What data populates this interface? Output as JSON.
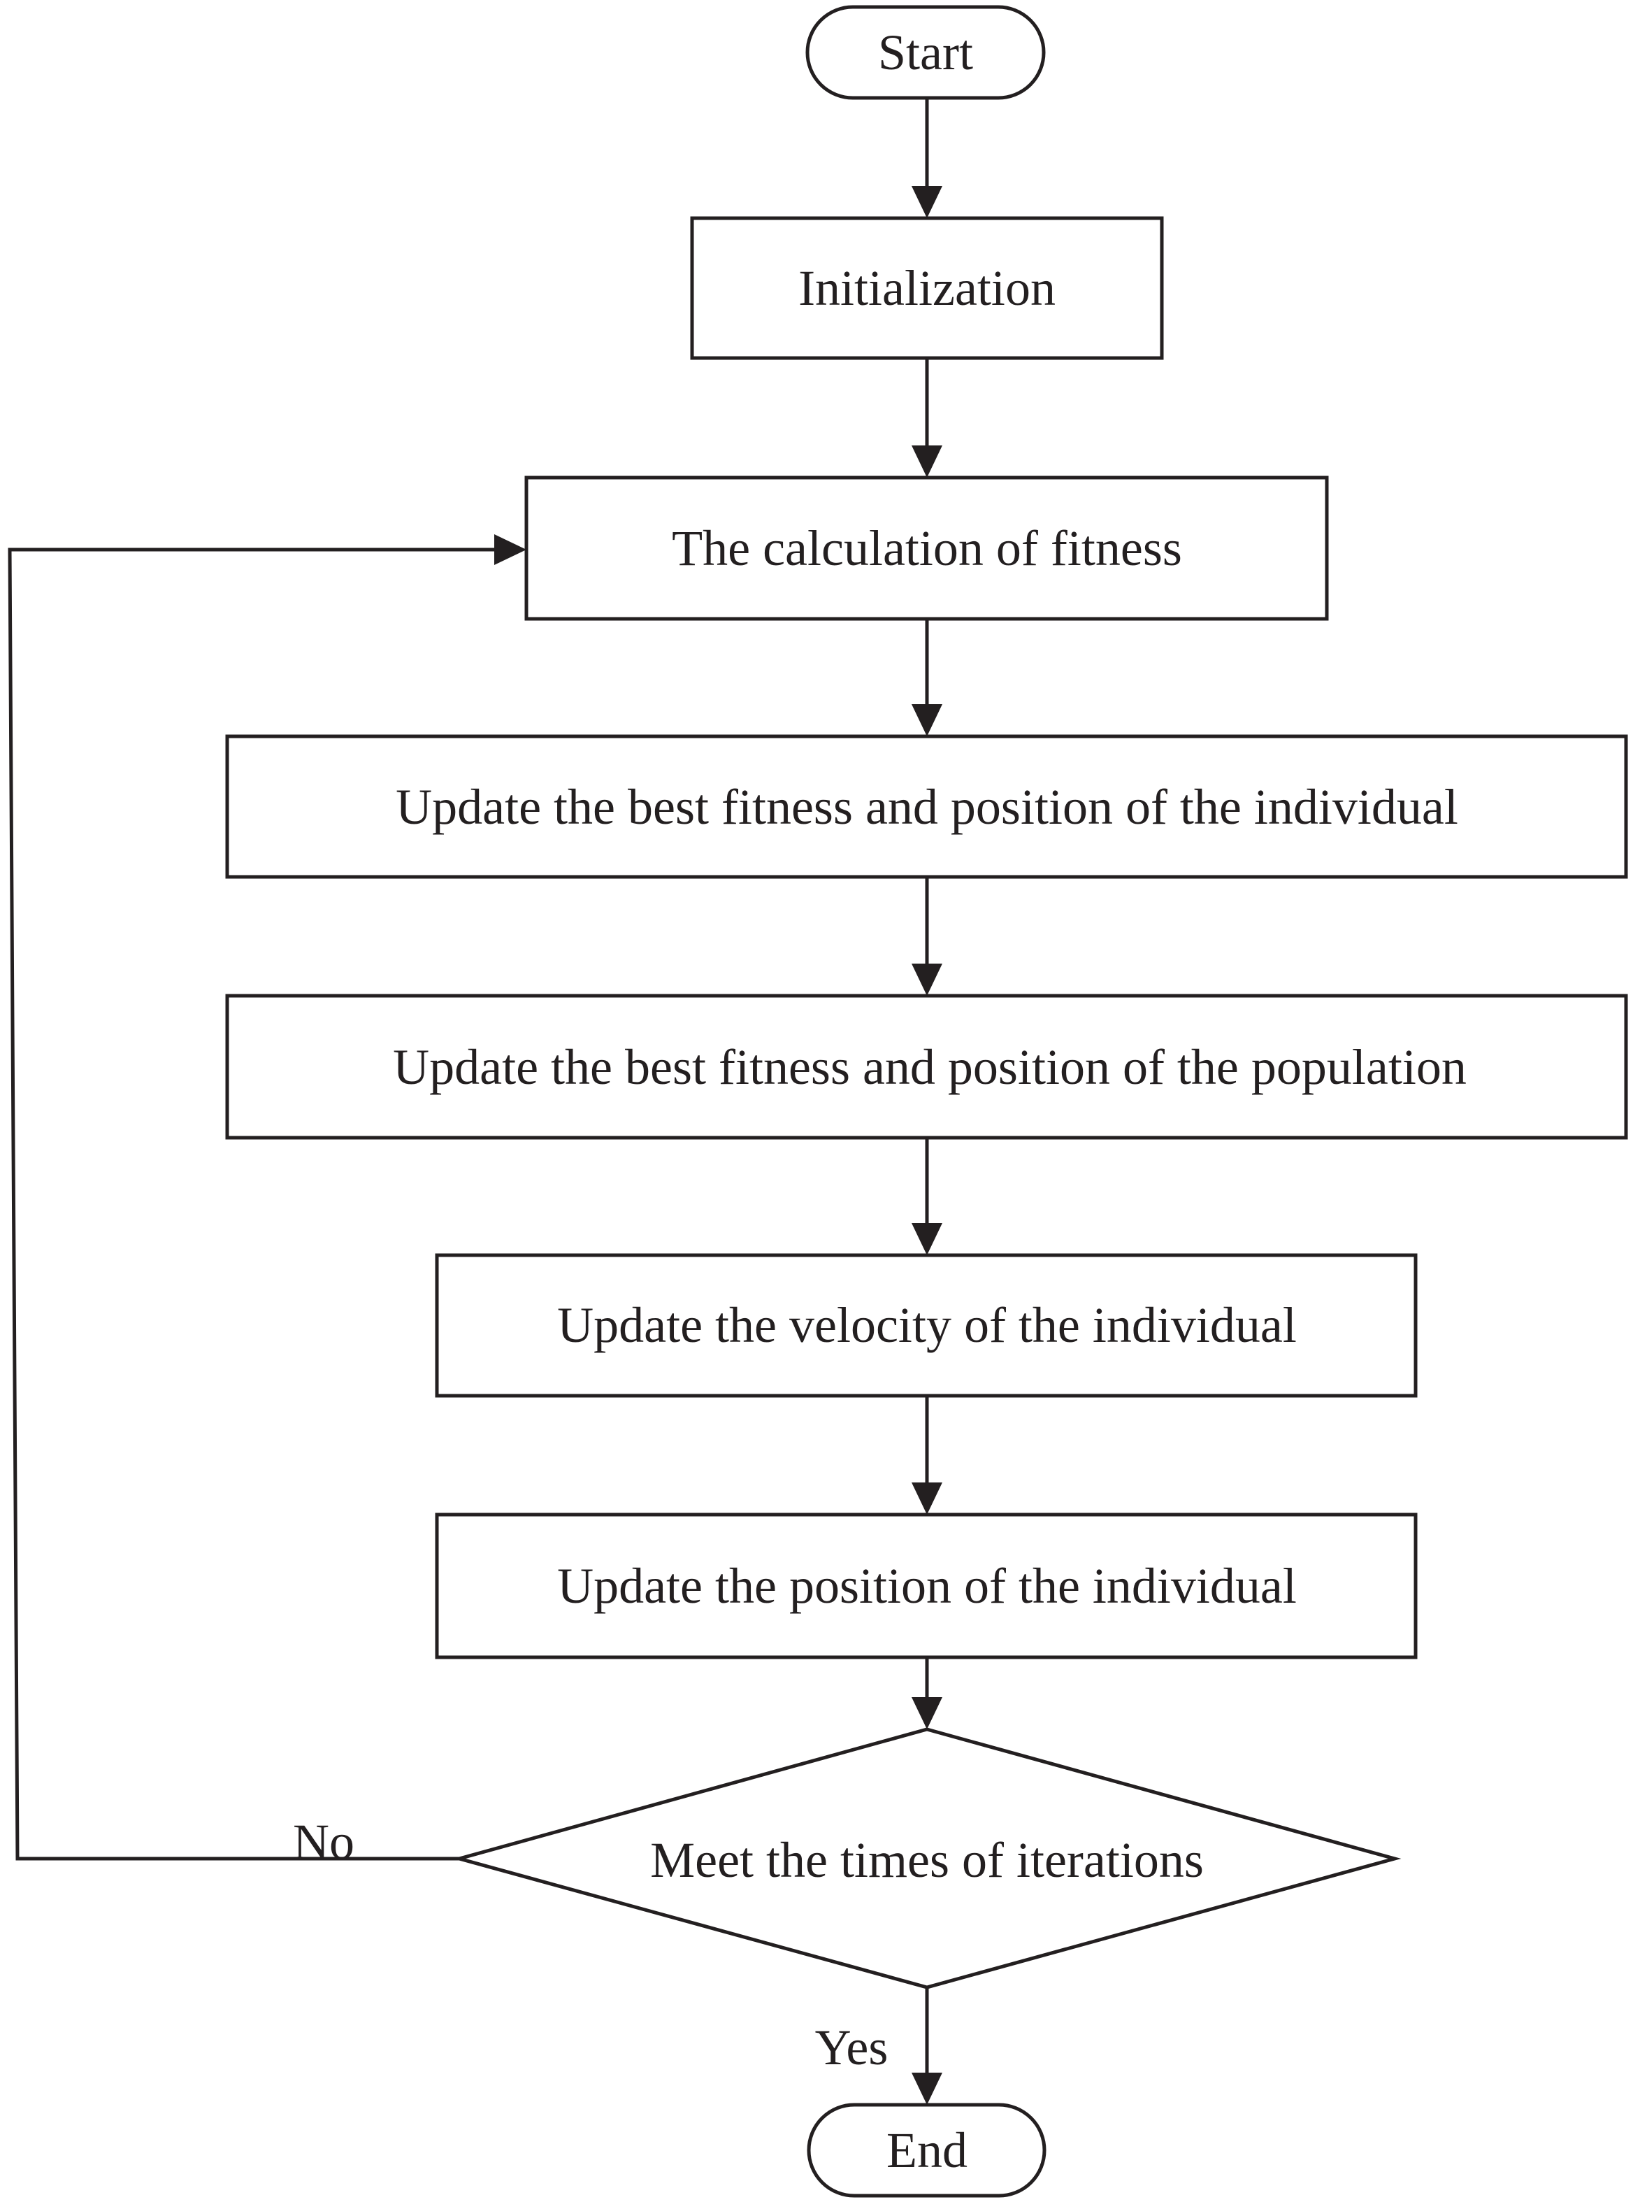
{
  "nodes": {
    "start": "Start",
    "initialization": "Initialization",
    "fitness_calculation": "The calculation of fitness",
    "update_individual_best": "Update the best fitness and position of the individual",
    "update_population_best": "Update the best fitness and position of the population",
    "update_velocity": "Update the velocity of the individual",
    "update_position": "Update the position of the individual",
    "decision": "Meet the times of iterations",
    "end": "End"
  },
  "branches": {
    "no": "No",
    "yes": "Yes"
  },
  "colors": {
    "ink": "#231f20",
    "background": "#ffffff"
  }
}
